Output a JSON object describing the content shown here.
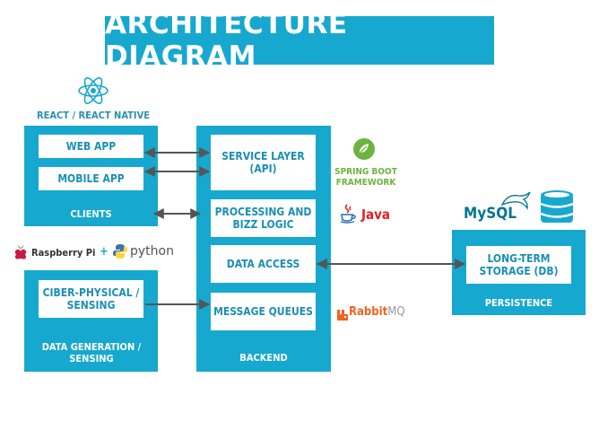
{
  "title": "ARCHITECTURE DIAGRAM",
  "react_label": "REACT / REACT NATIVE",
  "clients": {
    "label": "CLIENTS",
    "web_app": "WEB APP",
    "mobile_app": "MOBILE APP"
  },
  "backend": {
    "label": "BACKEND",
    "service_layer": "SERVICE LAYER (API)",
    "processing": "PROCESSING AND BIZZ LOGIC",
    "data_access": "DATA ACCESS",
    "message_queues": "MESSAGE QUEUES"
  },
  "data_generation": {
    "label": "DATA GENERATION / SENSING",
    "cyber_physical": "CIBER-PHYSICAL / SENSING"
  },
  "persistence": {
    "label": "PERSISTENCE",
    "long_term": "LONG-TERM STORAGE (DB)"
  },
  "logos": {
    "spring": "SPRING BOOT FRAMEWORK",
    "java": "Java",
    "mysql": "MySQL",
    "raspberry": "Raspberry Pi",
    "plus": "+",
    "python": "python",
    "rabbit_a": "Rabbit",
    "rabbit_b": "MQ"
  },
  "colors": {
    "primary": "#17a8cf",
    "spring_green": "#6db33f",
    "java_red": "#e11f21",
    "rabbit_orange": "#f26322"
  }
}
